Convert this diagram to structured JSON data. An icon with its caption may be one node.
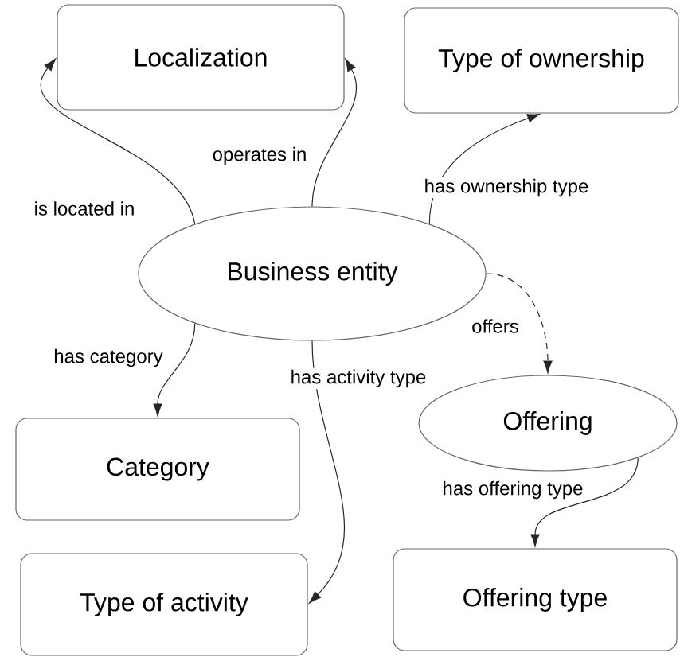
{
  "diagram": {
    "nodes": [
      {
        "text": [
          "Business entity"
        ]
      },
      {
        "text": [
          "Localization"
        ]
      },
      {
        "text": [
          "Type of ownership"
        ]
      },
      {
        "text": [
          "Category"
        ]
      },
      {
        "text": [
          "Type of activity"
        ]
      },
      {
        "text": [
          "Offering"
        ]
      },
      {
        "text": [
          "Offering type"
        ]
      }
    ],
    "edges": [
      {
        "from": 0,
        "to": 1,
        "arrow": "to",
        "label": "is located in"
      },
      {
        "from": 0,
        "to": 1,
        "arrow": "to",
        "label": "operates in"
      },
      {
        "from": 0,
        "to": 2,
        "arrow": "to",
        "label": "has ownership type"
      },
      {
        "from": 0,
        "to": 3,
        "arrow": "to",
        "label": "has category"
      },
      {
        "from": 0,
        "to": 4,
        "arrow": "to",
        "label": "has activity type"
      },
      {
        "from": 0,
        "to": 5,
        "arrow": "to",
        "label": "offers",
        "style": "dashed"
      },
      {
        "from": 5,
        "to": 6,
        "arrow": "to",
        "label": "has offering type"
      }
    ]
  }
}
